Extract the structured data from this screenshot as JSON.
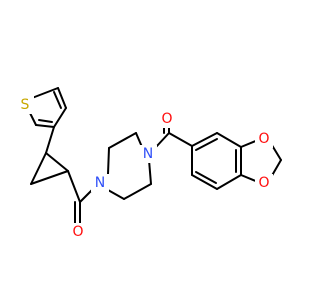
{
  "molecule": {
    "atoms": {
      "O_ketone_right": {
        "symbol": "O",
        "color": "#ff0d0d"
      },
      "N_right": {
        "symbol": "N",
        "color": "#3050f8"
      },
      "N_left": {
        "symbol": "N",
        "color": "#3050f8"
      },
      "O_ketone_left": {
        "symbol": "O",
        "color": "#ff0d0d"
      },
      "S_thiophene": {
        "symbol": "S",
        "color": "#c8a800"
      },
      "O_dioxole_top": {
        "symbol": "O",
        "color": "#ff0d0d"
      },
      "O_dioxole_bottom": {
        "symbol": "O",
        "color": "#ff0d0d"
      }
    },
    "bond_color": "#000000"
  }
}
